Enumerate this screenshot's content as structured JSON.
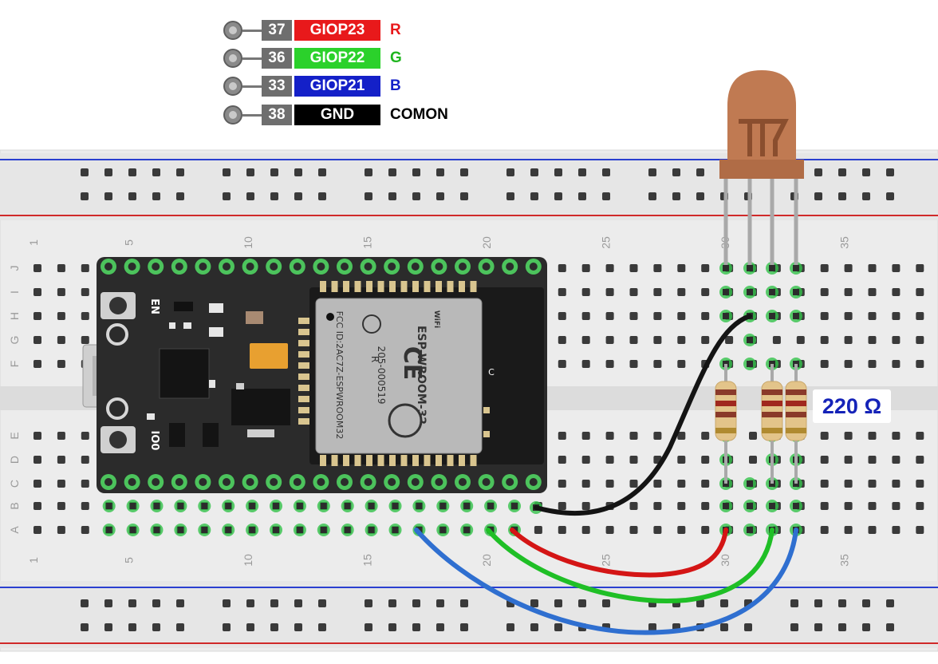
{
  "pin_legend": [
    {
      "pin": "37",
      "name": "GIOP23",
      "function": "R",
      "name_color": "#e8191b",
      "function_color": "#e8191b"
    },
    {
      "pin": "36",
      "name": "GIOP22",
      "function": "G",
      "name_color": "#2bd12b",
      "function_color": "#1fb51f"
    },
    {
      "pin": "33",
      "name": "GIOP21",
      "function": "B",
      "name_color": "#1420c8",
      "function_color": "#1420c8"
    },
    {
      "pin": "38",
      "name": "GND",
      "function": "COMON",
      "name_color": "#000000",
      "function_color": "#000000"
    }
  ],
  "resistor_label": "220 Ω",
  "breadboard": {
    "column_labels": [
      "1",
      "5",
      "10",
      "15",
      "20",
      "25",
      "30",
      "35"
    ],
    "row_labels_top": [
      "J",
      "I",
      "H",
      "G",
      "F"
    ],
    "row_labels_bottom": [
      "E",
      "D",
      "C",
      "B",
      "A"
    ]
  },
  "esp32": {
    "button_en": "EN",
    "button_io0": "IO0",
    "module_name": "ESP-WROOM-32",
    "module_code": "205-000519",
    "module_fcc": "FCC ID:2AC7Z-ESPWROOM32",
    "ce_mark": "CE",
    "r_mark": "R",
    "wifi_mark": "WiFi",
    "pin_c": "C"
  },
  "colors": {
    "wire_red": "#d41515",
    "wire_green": "#1fbf26",
    "wire_blue": "#2f6fd0",
    "wire_black": "#141414",
    "led_body": "#c07a52",
    "board_bg": "#2b2b2b"
  }
}
